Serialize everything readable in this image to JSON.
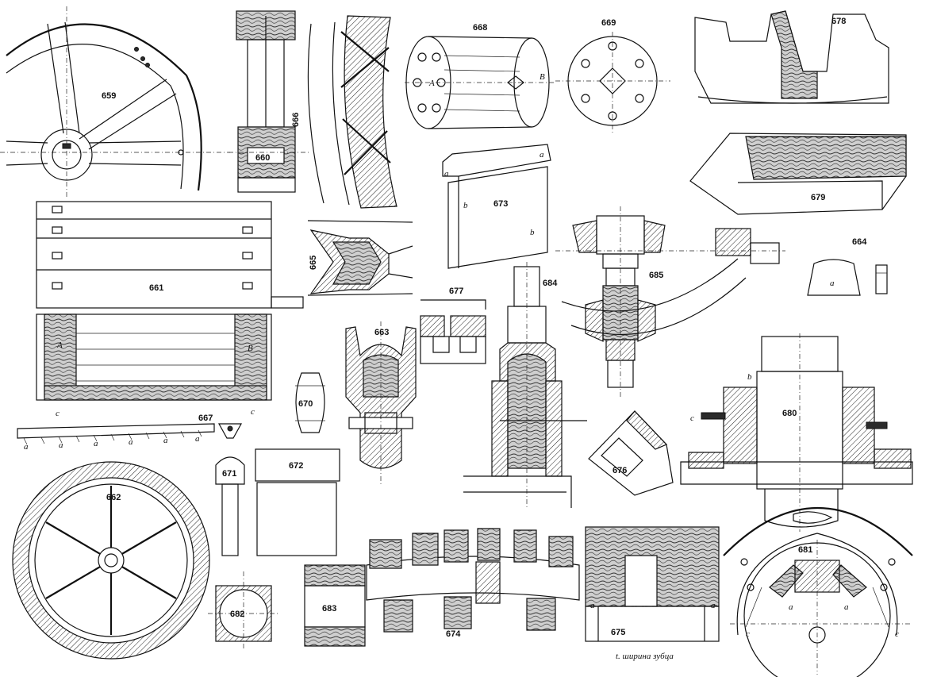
{
  "figures": {
    "f659": "659",
    "f660": "660",
    "f661": "661",
    "f662": "662",
    "f663": "663",
    "f664": "664",
    "f665": "665",
    "f666": "666",
    "f667": "667",
    "f668": "668",
    "f669": "669",
    "f670": "670",
    "f671": "671",
    "f672": "672",
    "f673": "673",
    "f674": "674",
    "f675": "675",
    "f676": "676",
    "f677": "677",
    "f678": "678",
    "f679": "679",
    "f680": "680",
    "f681": "681",
    "f682": "682",
    "f683": "683",
    "f684": "684",
    "f685": "685"
  },
  "letters": {
    "A": "A",
    "B": "B",
    "a": "a",
    "b": "b",
    "c": "c"
  },
  "caption": "t. ширина зубца"
}
